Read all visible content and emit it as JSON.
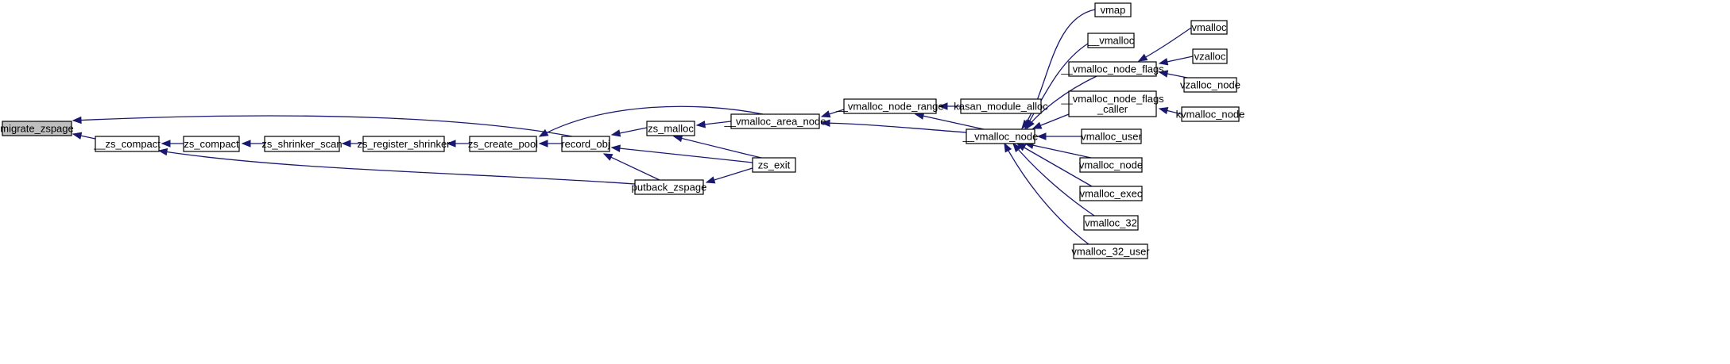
{
  "graph": {
    "nodes": [
      {
        "id": "migrate_zspage",
        "lines": [
          "migrate_zspage"
        ],
        "root": true
      },
      {
        "id": "__zs_compact",
        "lines": [
          "__zs_compact"
        ]
      },
      {
        "id": "zs_compact",
        "lines": [
          "zs_compact"
        ]
      },
      {
        "id": "zs_shrinker_scan",
        "lines": [
          "zs_shrinker_scan"
        ]
      },
      {
        "id": "zs_register_shrinker",
        "lines": [
          "zs_register_shrinker"
        ]
      },
      {
        "id": "zs_create_pool",
        "lines": [
          "zs_create_pool"
        ]
      },
      {
        "id": "record_obj",
        "lines": [
          "record_obj"
        ]
      },
      {
        "id": "zs_malloc",
        "lines": [
          "zs_malloc"
        ]
      },
      {
        "id": "putback_zspage",
        "lines": [
          "putback_zspage"
        ]
      },
      {
        "id": "__vmalloc_area_node",
        "lines": [
          "__vmalloc_area_node"
        ]
      },
      {
        "id": "zs_exit",
        "lines": [
          "zs_exit"
        ]
      },
      {
        "id": "__vmalloc_node_range",
        "lines": [
          "__vmalloc_node_range"
        ]
      },
      {
        "id": "kasan_module_alloc",
        "lines": [
          "kasan_module_alloc"
        ]
      },
      {
        "id": "__vmalloc_node",
        "lines": [
          "__vmalloc_node"
        ]
      },
      {
        "id": "vmap",
        "lines": [
          "vmap"
        ]
      },
      {
        "id": "__vmalloc",
        "lines": [
          "__vmalloc"
        ]
      },
      {
        "id": "__vmalloc_node_flags",
        "lines": [
          "__vmalloc_node_flags"
        ]
      },
      {
        "id": "__vmalloc_node_flags_caller",
        "lines": [
          "__vmalloc_node_flags",
          "_caller"
        ]
      },
      {
        "id": "vmalloc_user",
        "lines": [
          "vmalloc_user"
        ]
      },
      {
        "id": "vmalloc_node",
        "lines": [
          "vmalloc_node"
        ]
      },
      {
        "id": "vmalloc_exec",
        "lines": [
          "vmalloc_exec"
        ]
      },
      {
        "id": "vmalloc_32",
        "lines": [
          "vmalloc_32"
        ]
      },
      {
        "id": "vmalloc_32_user",
        "lines": [
          "vmalloc_32_user"
        ]
      },
      {
        "id": "vmalloc",
        "lines": [
          "vmalloc"
        ]
      },
      {
        "id": "vzalloc",
        "lines": [
          "vzalloc"
        ]
      },
      {
        "id": "vzalloc_node",
        "lines": [
          "vzalloc_node"
        ]
      },
      {
        "id": "kvmalloc_node",
        "lines": [
          "kvmalloc_node"
        ]
      }
    ],
    "edges": [
      {
        "from": "__zs_compact",
        "to": "migrate_zspage"
      },
      {
        "from": "record_obj",
        "to": "migrate_zspage"
      },
      {
        "from": "zs_compact",
        "to": "__zs_compact"
      },
      {
        "from": "putback_zspage",
        "to": "__zs_compact"
      },
      {
        "from": "zs_shrinker_scan",
        "to": "zs_compact"
      },
      {
        "from": "zs_register_shrinker",
        "to": "zs_shrinker_scan"
      },
      {
        "from": "zs_create_pool",
        "to": "zs_register_shrinker"
      },
      {
        "from": "record_obj",
        "to": "zs_create_pool"
      },
      {
        "from": "__vmalloc_area_node",
        "to": "zs_create_pool"
      },
      {
        "from": "zs_malloc",
        "to": "record_obj"
      },
      {
        "from": "zs_exit",
        "to": "record_obj"
      },
      {
        "from": "putback_zspage",
        "to": "record_obj"
      },
      {
        "from": "__vmalloc_area_node",
        "to": "zs_malloc"
      },
      {
        "from": "zs_exit",
        "to": "zs_malloc"
      },
      {
        "from": "zs_exit",
        "to": "putback_zspage"
      },
      {
        "from": "__vmalloc_node_range",
        "to": "__vmalloc_area_node"
      },
      {
        "from": "__vmalloc_node",
        "to": "__vmalloc_area_node"
      },
      {
        "from": "kasan_module_alloc",
        "to": "__vmalloc_node_range"
      },
      {
        "from": "__vmalloc_node",
        "to": "__vmalloc_node_range"
      },
      {
        "from": "vmap",
        "to": "__vmalloc_node"
      },
      {
        "from": "__vmalloc",
        "to": "__vmalloc_node"
      },
      {
        "from": "__vmalloc_node_flags",
        "to": "__vmalloc_node"
      },
      {
        "from": "__vmalloc_node_flags_caller",
        "to": "__vmalloc_node"
      },
      {
        "from": "vmalloc_user",
        "to": "__vmalloc_node"
      },
      {
        "from": "vmalloc_node",
        "to": "__vmalloc_node"
      },
      {
        "from": "vmalloc_exec",
        "to": "__vmalloc_node"
      },
      {
        "from": "vmalloc_32",
        "to": "__vmalloc_node"
      },
      {
        "from": "vmalloc_32_user",
        "to": "__vmalloc_node"
      },
      {
        "from": "vmalloc",
        "to": "__vmalloc_node_flags"
      },
      {
        "from": "vzalloc",
        "to": "__vmalloc_node_flags"
      },
      {
        "from": "vzalloc_node",
        "to": "__vmalloc_node_flags"
      },
      {
        "from": "kvmalloc_node",
        "to": "__vmalloc_node_flags_caller"
      }
    ]
  },
  "colors": {
    "edge": "#191970",
    "root_fill": "#bfbfbf",
    "node_fill": "#ffffff",
    "node_border": "#000000"
  }
}
